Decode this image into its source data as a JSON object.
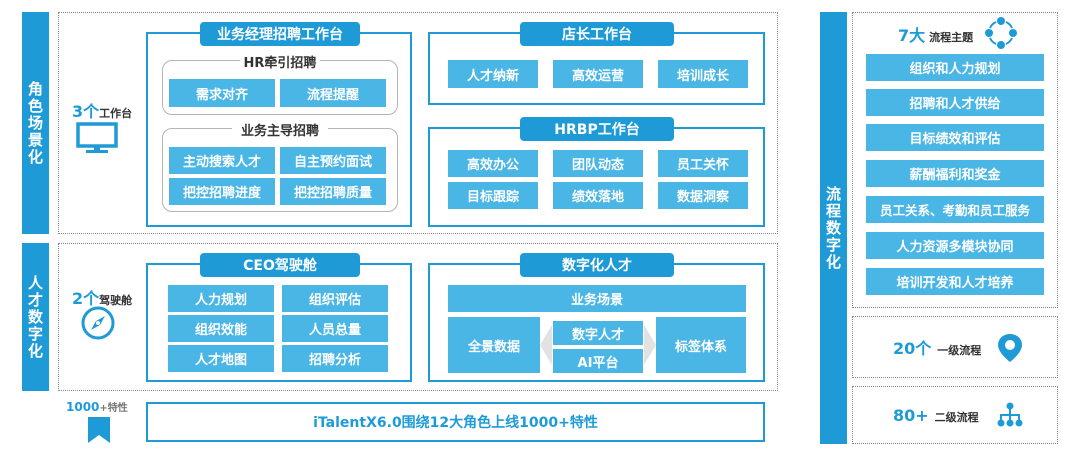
{
  "left_bars": {
    "role": "角色场景化",
    "talent": "人才数字化"
  },
  "right_bar": "流程数字化",
  "workbench_count": {
    "num": "3个",
    "unit": "工作台"
  },
  "cockpit_count": {
    "num": "2个",
    "unit": "驾驶舱"
  },
  "feature_count": {
    "num": "1000",
    "unit": "+特性"
  },
  "manager_bench": {
    "title": "业务经理招聘工作台",
    "hr_group": {
      "label": "HR牵引招聘",
      "items": [
        "需求对齐",
        "流程提醒"
      ]
    },
    "biz_group": {
      "label": "业务主导招聘",
      "items": [
        "主动搜索人才",
        "自主预约面试",
        "把控招聘进度",
        "把控招聘质量"
      ]
    }
  },
  "store_bench": {
    "title": "店长工作台",
    "items": [
      "人才纳新",
      "高效运营",
      "培训成长"
    ]
  },
  "hrbp_bench": {
    "title": "HRBP工作台",
    "items": [
      "高效办公",
      "团队动态",
      "员工关怀",
      "目标跟踪",
      "绩效落地",
      "数据洞察"
    ]
  },
  "ceo_cockpit": {
    "title": "CEO驾驶舱",
    "items": [
      "人力规划",
      "组织评估",
      "组织效能",
      "人员总量",
      "人才地图",
      "招聘分析"
    ]
  },
  "digital_talent": {
    "title": "数字化人才",
    "scene": "业务场景",
    "left": "全景数据",
    "center_top": "数字人才",
    "center_bottom": "AI平台",
    "right": "标签体系"
  },
  "bottom_bar": "iTalentX6.0围绕12大角色上线1000+特性",
  "themes": {
    "num": "7大",
    "unit": "流程主题",
    "items": [
      "组织和人力规划",
      "招聘和人才供给",
      "目标绩效和评估",
      "薪酬福利和奖金",
      "员工关系、考勤和员工服务",
      "人力资源多模块协同",
      "培训开发和人才培养"
    ]
  },
  "level1": {
    "num": "20个",
    "unit": "一级流程"
  },
  "level2": {
    "num": "80+",
    "unit": "二级流程"
  },
  "colors": {
    "primary": "#1e9bd7",
    "button": "#4ab6e6"
  }
}
